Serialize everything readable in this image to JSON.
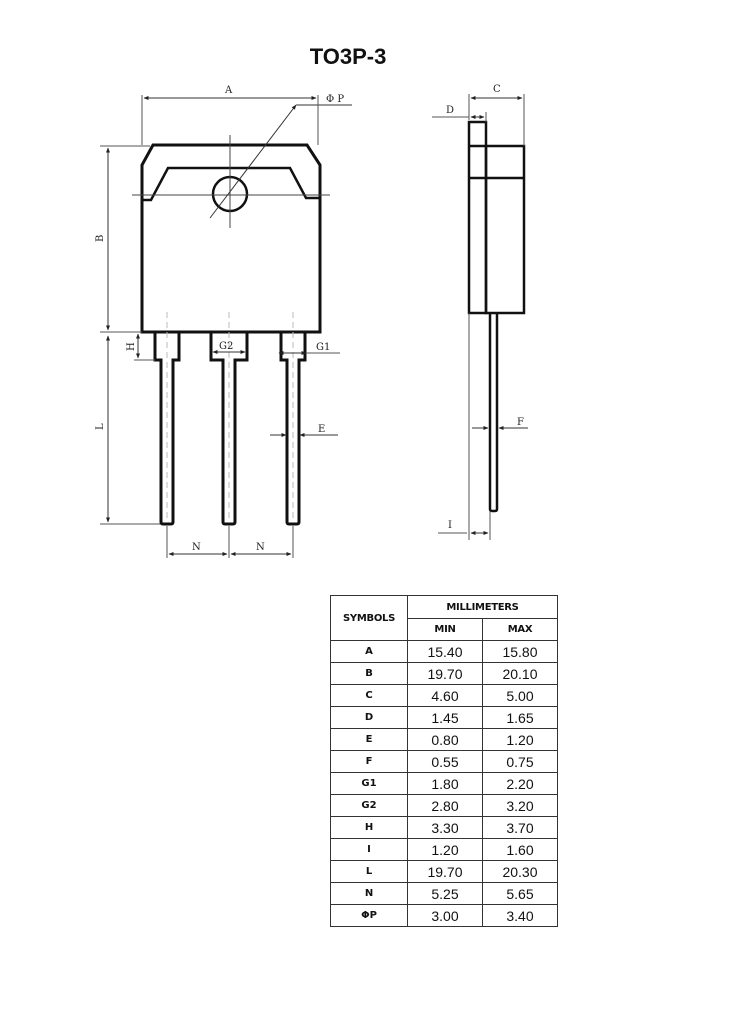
{
  "title": "TO3P-3",
  "drawing": {
    "front_view_labels": {
      "A": "A",
      "phiP": "Φ P",
      "B": "B",
      "H": "H",
      "G2": "G2",
      "G1": "G1",
      "L": "L",
      "E": "E",
      "N1": "N",
      "N2": "N"
    },
    "side_view_labels": {
      "C": "C",
      "D": "D",
      "F": "F",
      "I": "I"
    }
  },
  "table": {
    "header_symbols": "SYMBOLS",
    "header_unit": "MILLIMETERS",
    "header_min": "MIN",
    "header_max": "MAX",
    "rows": [
      {
        "symbol": "A",
        "min": "15.40",
        "max": "15.80"
      },
      {
        "symbol": "B",
        "min": "19.70",
        "max": "20.10"
      },
      {
        "symbol": "C",
        "min": "4.60",
        "max": "5.00"
      },
      {
        "symbol": "D",
        "min": "1.45",
        "max": "1.65"
      },
      {
        "symbol": "E",
        "min": "0.80",
        "max": "1.20"
      },
      {
        "symbol": "F",
        "min": "0.55",
        "max": "0.75"
      },
      {
        "symbol": "G1",
        "min": "1.80",
        "max": "2.20"
      },
      {
        "symbol": "G2",
        "min": "2.80",
        "max": "3.20"
      },
      {
        "symbol": "H",
        "min": "3.30",
        "max": "3.70"
      },
      {
        "symbol": "I",
        "min": "1.20",
        "max": "1.60"
      },
      {
        "symbol": "L",
        "min": "19.70",
        "max": "20.30"
      },
      {
        "symbol": "N",
        "min": "5.25",
        "max": "5.65"
      },
      {
        "symbol": "ΦP",
        "min": "3.00",
        "max": "3.40"
      }
    ]
  }
}
